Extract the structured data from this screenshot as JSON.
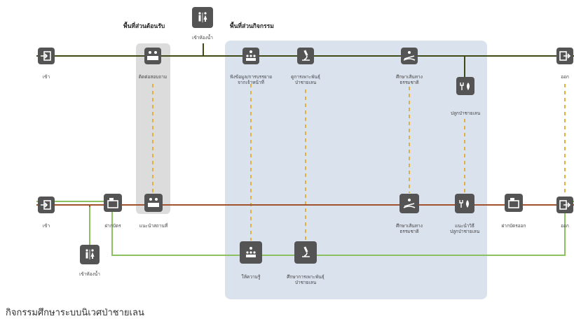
{
  "headings": {
    "reception": "พื้นที่ส่วนต้อนรับ",
    "activity": "พื้นที่ส่วนกิจกรรม"
  },
  "caption": "กิจกรรมศึกษาระบบนิเวศป่าชายเลน",
  "top_row": {
    "entrance": "เข้า",
    "restroom": "เข้าห้องน้ำ",
    "contact": "ติดต่อสอบถาม",
    "listen": "ฟังข้อมูล/การบรรยาย\nจากเจ้าหน้าที่",
    "exhibit": "ดูการเพาะพันธุ์\nป่าชายเลน",
    "nature": "ศึกษาเส้นทาง\nธรรมชาติ",
    "planting": "ปลูกป่าชายเลน",
    "exit": "ออก"
  },
  "bottom_row": {
    "entrance": "เข้า",
    "register": "ฝากบัตร",
    "guide": "แนะนำสถานที่",
    "restroom": "เข้าห้องน้ำ",
    "lecture": "ให้ความรู้",
    "lab": "ศึกษาการเพาะพันธุ์\nป่าชายเลน",
    "nature": "ศึกษาเส้นทาง\nธรรมชาติ",
    "advise": "แนะนำวิธี\nปลูกป่าชายเลน",
    "checkout": "ฝากบัตรออก",
    "exit": "ออก"
  },
  "colors": {
    "node": "#545454",
    "activity_region": "#bccbe0",
    "reception_region": "#dcdcdc",
    "path_dark": "#3f4a17",
    "path_brown": "#a0522d",
    "path_green": "#8cc063",
    "connector": "#e0b040"
  }
}
